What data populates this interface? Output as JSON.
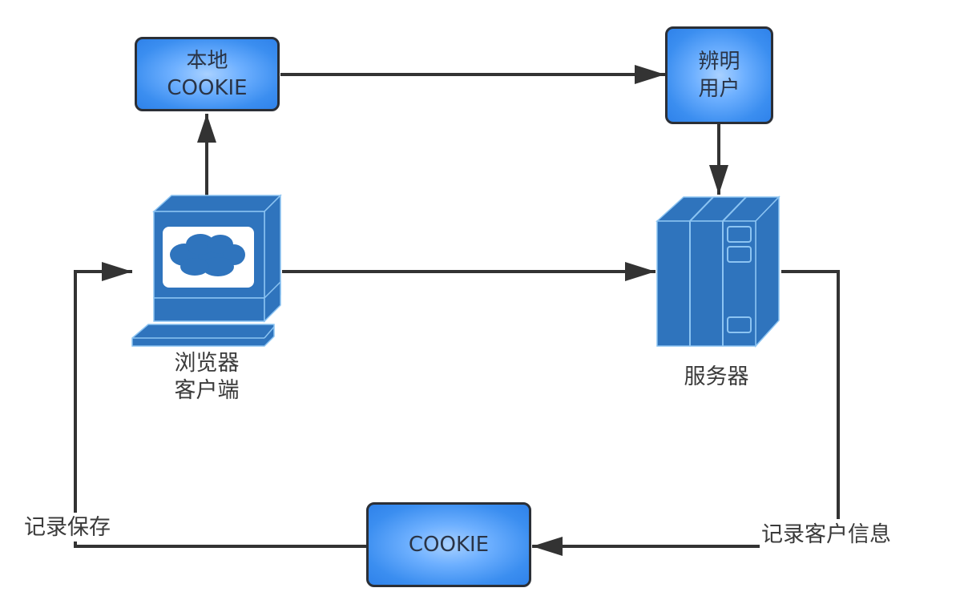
{
  "diagram": {
    "nodes": {
      "local_cookie": {
        "line1": "本地",
        "line2": "COOKIE"
      },
      "identify_user": {
        "line1": "辨明",
        "line2": "用户"
      },
      "cookie": {
        "line1": "COOKIE"
      },
      "browser": {
        "line1": "浏览器",
        "line2": "客户端",
        "icon": "computer-icon"
      },
      "server": {
        "line1": "服务器",
        "icon": "server-icon"
      }
    },
    "edge_labels": {
      "record_save": "记录保存",
      "record_client_info": "记录客户信息"
    },
    "edges": [
      {
        "from": "browser",
        "to": "local_cookie"
      },
      {
        "from": "local_cookie",
        "to": "identify_user"
      },
      {
        "from": "identify_user",
        "to": "server"
      },
      {
        "from": "browser",
        "to": "server"
      },
      {
        "from": "server",
        "to": "cookie",
        "label": "记录客户信息"
      },
      {
        "from": "cookie",
        "to": "browser",
        "label": "记录保存"
      }
    ],
    "colors": {
      "node_fill": "#3b8ef0",
      "node_border": "#2b2f36",
      "icon_fill": "#2f74bd",
      "icon_highlight": "#8cc4f2",
      "arrow": "#333333"
    }
  }
}
